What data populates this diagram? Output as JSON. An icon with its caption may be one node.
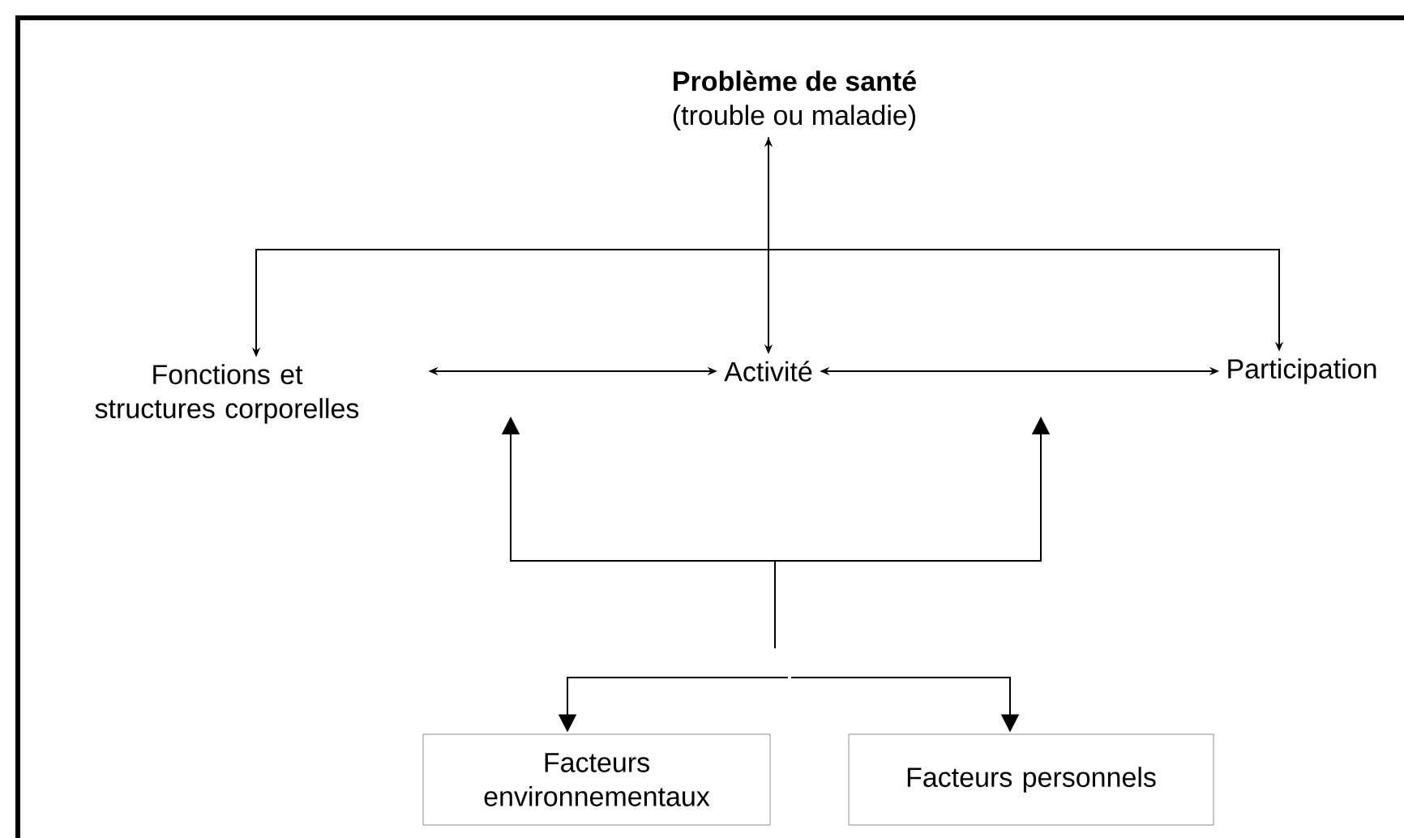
{
  "diagram": {
    "nodes": [
      {
        "text": [
          "Problème de santé",
          "(trouble ou maladie)"
        ]
      },
      {
        "text": [
          "Fonctions et structures corporelles"
        ]
      },
      {
        "text": [
          "Activité"
        ]
      },
      {
        "text": [
          "Participation"
        ]
      },
      {
        "text": [
          "Facteurs environnementaux"
        ]
      },
      {
        "text": [
          "Facteurs personnels"
        ]
      }
    ],
    "edges": [
      {
        "from": 0,
        "to": 2,
        "arrow": "both"
      },
      {
        "from": 0,
        "to": 1,
        "arrow": "to"
      },
      {
        "from": 0,
        "to": 3,
        "arrow": "to"
      },
      {
        "from": 1,
        "to": 2,
        "arrow": "both"
      },
      {
        "from": 2,
        "to": 3,
        "arrow": "both"
      },
      {
        "from": null,
        "to": 4,
        "arrow": "to"
      },
      {
        "from": null,
        "to": 5,
        "arrow": "to"
      }
    ]
  }
}
